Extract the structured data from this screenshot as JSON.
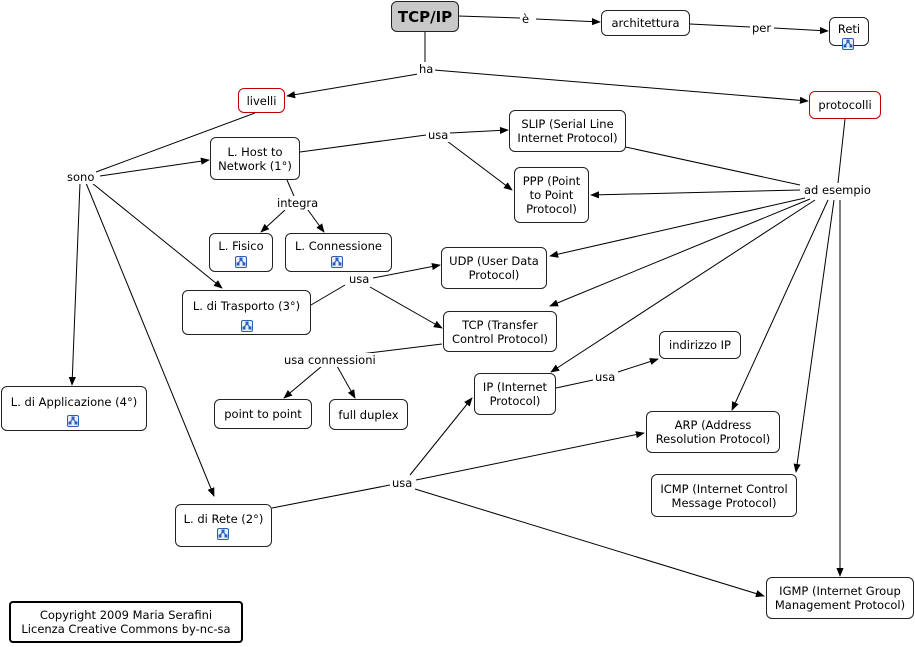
{
  "nodes": {
    "tcpip": "TCP/IP",
    "architettura": "architettura",
    "reti": "Reti",
    "livelli": "livelli",
    "protocolli": "protocolli",
    "host_network": "L. Host to\nNetwork (1°)",
    "slip": "SLIP (Serial Line\nInternet Protocol)",
    "ppp": "PPP (Point\nto Point\nProtocol)",
    "fisico": "L. Fisico",
    "connessione": "L. Connessione",
    "udp": "UDP (User Data\nProtocol)",
    "trasporto": "L. di Trasporto (3°)",
    "tcp": "TCP (Transfer\nControl Protocol)",
    "indirizzo_ip": "indirizzo IP",
    "applicazione": "L. di Applicazione (4°)",
    "point_to_point": "point to point",
    "full_duplex": "full duplex",
    "ip": "IP (Internet\nProtocol)",
    "arp": "ARP (Address\nResolution Protocol)",
    "icmp": "ICMP (Internet Control\nMessage Protocol)",
    "rete": "L. di Rete (2°)",
    "igmp": "IGMP (Internet Group\nManagement Protocol)",
    "copyright": "Copyright 2009 Maria Serafini\nLicenza Creative Commons by-nc-sa"
  },
  "links": {
    "e": "è",
    "per": "per",
    "ha": "ha",
    "sono": "sono",
    "usa_host": "usa",
    "integra": "integra",
    "ad_esempio": "ad esempio",
    "usa_trasporto": "usa",
    "usa_connessioni": "usa connessioni",
    "usa_ip": "usa",
    "usa_rete": "usa"
  },
  "icons": {
    "submap": "concept-map-icon"
  }
}
